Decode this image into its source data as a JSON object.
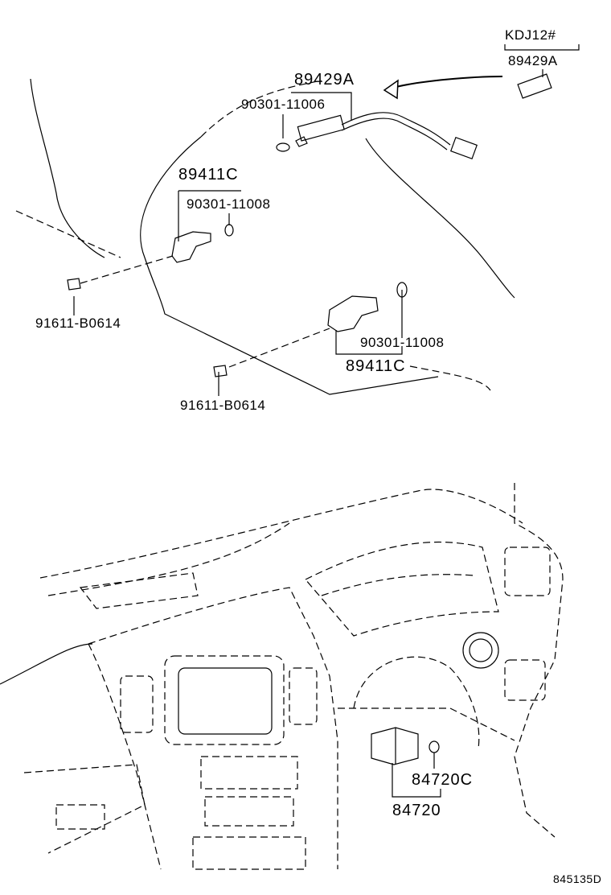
{
  "diagram": {
    "title": "",
    "parts": {
      "oxygen_sensor": "89429A",
      "oxygen_sensor_variant_header": "KDJ12#",
      "oxygen_sensor_variant": "89429A",
      "gasket_upper": "90301-11006",
      "speed_sensor_upper": "89411C",
      "oring_left": "90301-11008",
      "bolt_left": "91611-B0614",
      "oring_right": "90301-11008",
      "speed_sensor_lower": "89411C",
      "bolt_lower": "91611-B0614",
      "switch_connector": "84720C",
      "switch": "84720"
    },
    "figure_code": "845135D"
  }
}
